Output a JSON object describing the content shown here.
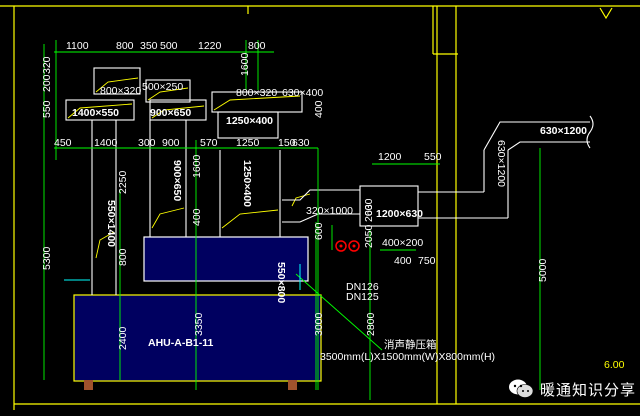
{
  "dims_top": [
    "1100",
    "800",
    "350",
    "500",
    "1220",
    "800",
    "1600"
  ],
  "ducts": {
    "d800x320a": "800×320",
    "d500x250": "500×250",
    "d1400x550": "1400×550",
    "d900x650": "900×650",
    "d800x320b": "800×320",
    "d630x400": "630×400",
    "d1250x400": "1250×400",
    "d630x1200": "630×1200",
    "d630x1200v": "630×1200",
    "d320x1000": "320×1000",
    "d1200x630": "1200×630",
    "d400x200": "400×200",
    "d550x1400": "550×1400",
    "d900x650v": "900×650",
    "d1250x400v": "1250×400",
    "d550x800": "550×800"
  },
  "dims_left": [
    "550",
    "200",
    "320",
    "5300",
    "2250",
    "800",
    "2400"
  ],
  "dims_row2": [
    "450",
    "1400",
    "300",
    "900",
    "570",
    "1250",
    "150",
    "630"
  ],
  "dims_misc": {
    "d1200": "1200",
    "d550": "550",
    "d400": "400",
    "d750": "750",
    "d2050": "2050",
    "d600": "600",
    "d400b": "400",
    "d1600": "1600",
    "d200": "200",
    "d400c": "400",
    "d3350": "3350",
    "d3000": "3000",
    "d2800": "2800",
    "d5000": "5000",
    "d630": "630"
  },
  "labels": {
    "dn126": "DN126",
    "dn125": "DN125",
    "ahu": "AHU-A-B1-11",
    "plenum": "消声静压箱",
    "plenum_size": "3500mm(L)X1500mm(W)X800mm(H)",
    "corner": "6.00"
  },
  "watermark": "暖通知识分享",
  "colors": {
    "yellow": "#ffff00",
    "green": "#00ff00",
    "cyan": "#00ffff",
    "navy": "#000060",
    "red": "#ff0000"
  }
}
